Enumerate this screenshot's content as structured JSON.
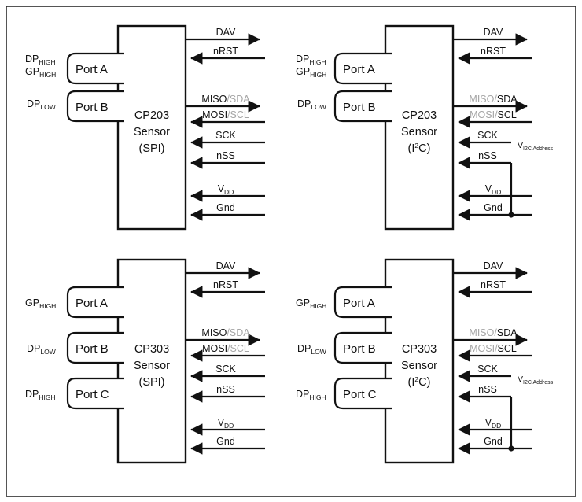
{
  "diagram": {
    "title": "CP203 / CP303 Sensor SPI and I2C connection diagram",
    "frame": {
      "border_color": "#2b2b2b"
    },
    "colors": {
      "line": "#111111",
      "muted_text": "#a6a6a6",
      "background": "#ffffff"
    }
  },
  "labels": {
    "port_a": "Port A",
    "port_b": "Port B",
    "port_c": "Port C",
    "sensor_word": "Sensor",
    "chip_cp203": "CP203",
    "chip_cp303": "CP303",
    "iface_spi": "(SPI)",
    "iface_i2c_open": "(I",
    "iface_i2c_sup": "2",
    "iface_i2c_close": "C)",
    "dp": "DP",
    "gp": "GP",
    "high": "HIGH",
    "low": "LOW",
    "v": "V",
    "dd": "DD",
    "i2c_address": "I2C Address"
  },
  "signals": {
    "dav": "DAV",
    "nrst": "nRST",
    "miso": "MISO",
    "slash": "/",
    "sda": "SDA",
    "mosi": "MOSI",
    "scl": "SCL",
    "sck": "SCK",
    "nss": "nSS",
    "vdd_base": "V",
    "vdd_sub": "DD",
    "gnd": "Gnd"
  },
  "panels": [
    {
      "id": "top-left",
      "chip": "CP203",
      "interface": "SPI",
      "ports": [
        {
          "name": "Port A",
          "pins": [
            "DPHIGH",
            "GPHIGH"
          ]
        },
        {
          "name": "Port B",
          "pins": [
            "DPLOW"
          ]
        }
      ],
      "signals": [
        {
          "name": "DAV",
          "dir": "out",
          "style": "black"
        },
        {
          "name": "nRST",
          "dir": "in",
          "style": "black"
        },
        {
          "name": "MISO/SDA",
          "dir": "out",
          "style": "primary-spi"
        },
        {
          "name": "MOSI/SCL",
          "dir": "in",
          "style": "primary-spi"
        },
        {
          "name": "SCK",
          "dir": "in",
          "style": "black"
        },
        {
          "name": "nSS",
          "dir": "in",
          "style": "black"
        },
        {
          "name": "VDD",
          "dir": "in",
          "style": "black"
        },
        {
          "name": "Gnd",
          "dir": "in",
          "style": "black"
        }
      ],
      "has_i2c_address_tap": false,
      "has_nss_to_gnd_strap": false
    },
    {
      "id": "top-right",
      "chip": "CP203",
      "interface": "I2C",
      "ports": [
        {
          "name": "Port A",
          "pins": [
            "DPHIGH",
            "GPHIGH"
          ]
        },
        {
          "name": "Port B",
          "pins": [
            "DPLOW"
          ]
        }
      ],
      "signals": [
        {
          "name": "DAV",
          "dir": "out",
          "style": "black"
        },
        {
          "name": "nRST",
          "dir": "in",
          "style": "black"
        },
        {
          "name": "MISO/SDA",
          "dir": "out",
          "style": "primary-i2c"
        },
        {
          "name": "MOSI/SCL",
          "dir": "in",
          "style": "primary-i2c"
        },
        {
          "name": "SCK",
          "dir": "in",
          "style": "black"
        },
        {
          "name": "nSS",
          "dir": "in",
          "style": "black"
        },
        {
          "name": "VDD",
          "dir": "in",
          "style": "black"
        },
        {
          "name": "Gnd",
          "dir": "in",
          "style": "black"
        }
      ],
      "has_i2c_address_tap": true,
      "has_nss_to_gnd_strap": true
    },
    {
      "id": "bottom-left",
      "chip": "CP303",
      "interface": "SPI",
      "ports": [
        {
          "name": "Port A",
          "pins": [
            "GPHIGH"
          ]
        },
        {
          "name": "Port B",
          "pins": [
            "DPLOW"
          ]
        },
        {
          "name": "Port C",
          "pins": [
            "DPHIGH"
          ]
        }
      ],
      "signals": [
        {
          "name": "DAV",
          "dir": "out",
          "style": "black"
        },
        {
          "name": "nRST",
          "dir": "in",
          "style": "black"
        },
        {
          "name": "MISO/SDA",
          "dir": "out",
          "style": "primary-spi"
        },
        {
          "name": "MOSI/SCL",
          "dir": "in",
          "style": "primary-spi"
        },
        {
          "name": "SCK",
          "dir": "in",
          "style": "black"
        },
        {
          "name": "nSS",
          "dir": "in",
          "style": "black"
        },
        {
          "name": "VDD",
          "dir": "in",
          "style": "black"
        },
        {
          "name": "Gnd",
          "dir": "in",
          "style": "black"
        }
      ],
      "has_i2c_address_tap": false,
      "has_nss_to_gnd_strap": false
    },
    {
      "id": "bottom-right",
      "chip": "CP303",
      "interface": "I2C",
      "ports": [
        {
          "name": "Port A",
          "pins": [
            "GPHIGH"
          ]
        },
        {
          "name": "Port B",
          "pins": [
            "DPLOW"
          ]
        },
        {
          "name": "Port C",
          "pins": [
            "DPHIGH"
          ]
        }
      ],
      "signals": [
        {
          "name": "DAV",
          "dir": "out",
          "style": "black"
        },
        {
          "name": "nRST",
          "dir": "in",
          "style": "black"
        },
        {
          "name": "MISO/SDA",
          "dir": "out",
          "style": "primary-i2c"
        },
        {
          "name": "MOSI/SCL",
          "dir": "in",
          "style": "primary-i2c"
        },
        {
          "name": "SCK",
          "dir": "in",
          "style": "black"
        },
        {
          "name": "nSS",
          "dir": "in",
          "style": "black"
        },
        {
          "name": "VDD",
          "dir": "in",
          "style": "black"
        },
        {
          "name": "Gnd",
          "dir": "in",
          "style": "black"
        }
      ],
      "has_i2c_address_tap": true,
      "has_nss_to_gnd_strap": true
    }
  ]
}
